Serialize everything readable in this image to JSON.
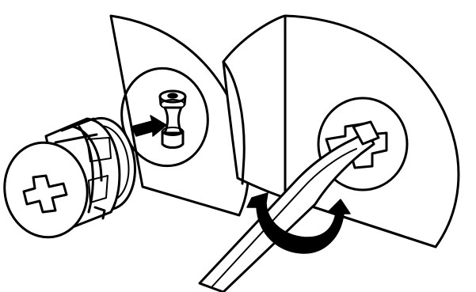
{
  "illustration": {
    "type": "assembly-instruction-drawing",
    "steps": [
      {
        "panel": "left",
        "content": "cam-lock-housing-aligned-to-pin",
        "arrow": "insert"
      },
      {
        "panel": "right",
        "content": "screwdriver-turning-cam-lock",
        "arrow": "rotate-clockwise"
      }
    ],
    "colors": {
      "ink": "#000000",
      "paper": "#ffffff"
    }
  }
}
